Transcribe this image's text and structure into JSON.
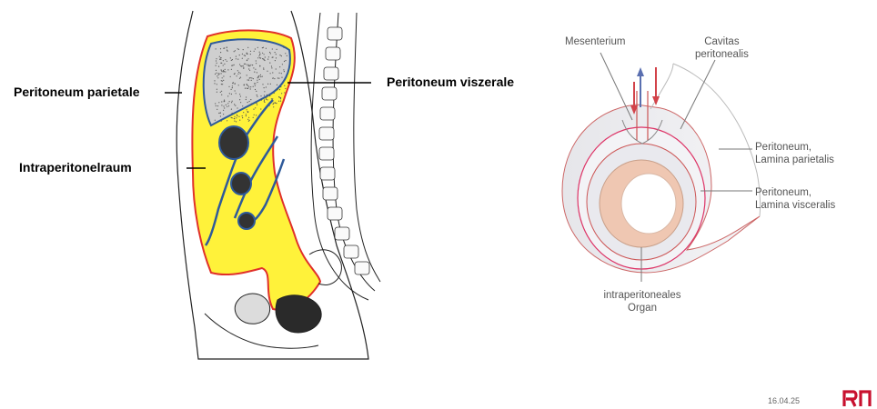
{
  "left_figure": {
    "labels": {
      "parietale": "Peritoneum parietale",
      "viszerale": "Peritoneum viszerale",
      "raum": "Intraperitonelraum"
    }
  },
  "right_figure": {
    "labels": {
      "mesenterium": "Mesenterium",
      "cavitas_l1": "Cavitas",
      "cavitas_l2": "peritonealis",
      "parietalis_l1": "Peritoneum,",
      "parietalis_l2": "Lamina parietalis",
      "visceralis_l1": "Peritoneum,",
      "visceralis_l2": "Lamina visceralis",
      "organ_l1": "intraperitoneales",
      "organ_l2": "Organ"
    }
  },
  "footer": {
    "date": "16.04.25",
    "logo_text": "RN"
  },
  "colors": {
    "peritoneal_cavity": "#fff23a",
    "parietal_line": "#e0302a",
    "visceral_line": "#2f5a9a",
    "logo_red": "#c8102e",
    "organ_fill": "#efc7b2"
  }
}
